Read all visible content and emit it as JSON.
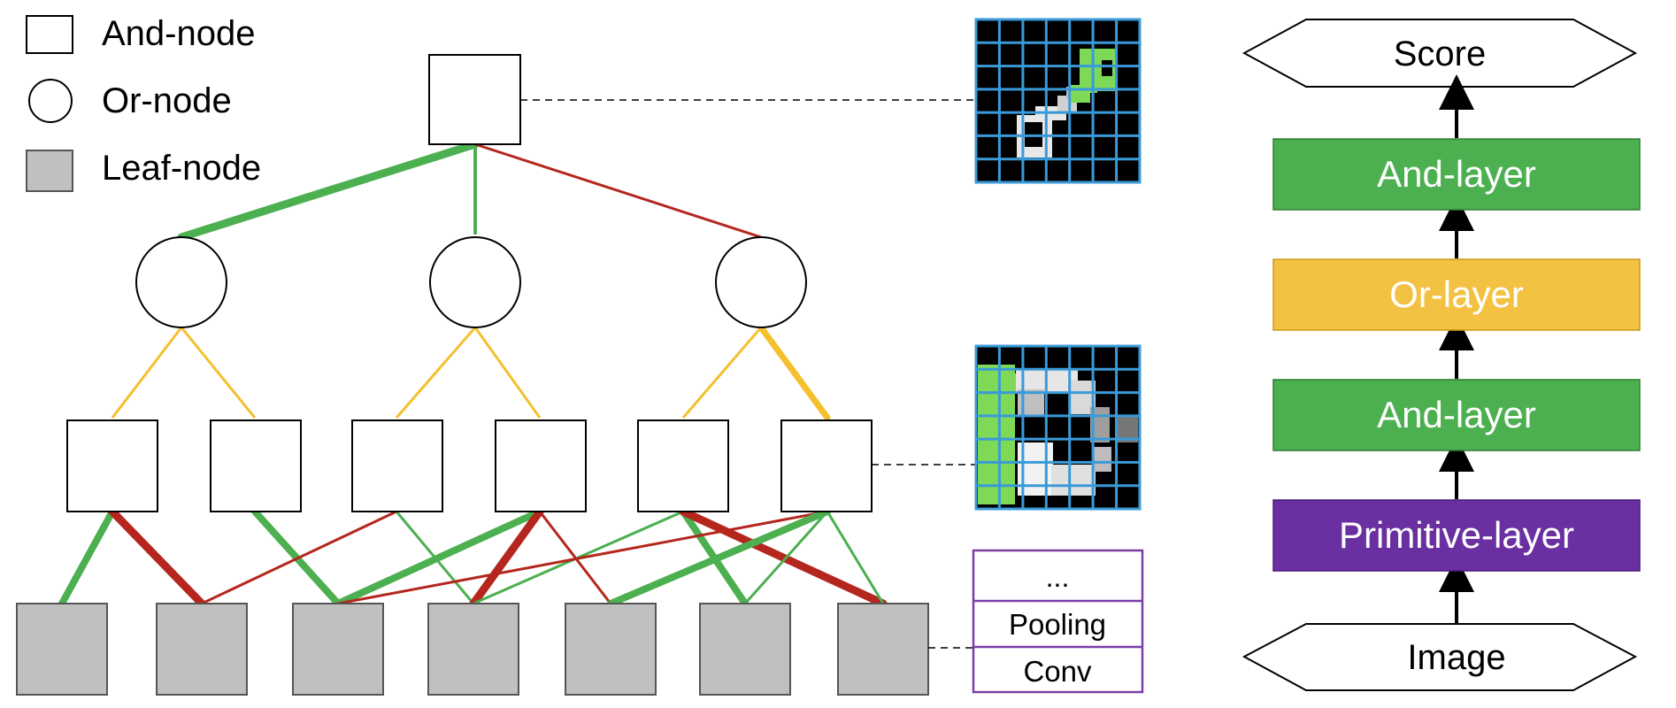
{
  "legend": {
    "and_node": "And-node",
    "or_node": "Or-node",
    "leaf_node": "Leaf-node"
  },
  "cnn_stack": {
    "ellipsis": "...",
    "pooling": "Pooling",
    "conv": "Conv"
  },
  "layers": {
    "score": "Score",
    "and_layer_top": "And-layer",
    "or_layer": "Or-layer",
    "and_layer_bottom": "And-layer",
    "primitive_layer": "Primitive-layer",
    "image": "Image"
  },
  "colors": {
    "green": "#4caf50",
    "red": "#b5261e",
    "yellow": "#f4c02e",
    "leaf_gray": "#c0c0c0",
    "grid_blue": "#3a9ad9",
    "and_layer": "#4caf50",
    "or_layer": "#f4c242",
    "primitive_layer": "#6a2fa0",
    "cnn_box": "#7b3fa6"
  }
}
